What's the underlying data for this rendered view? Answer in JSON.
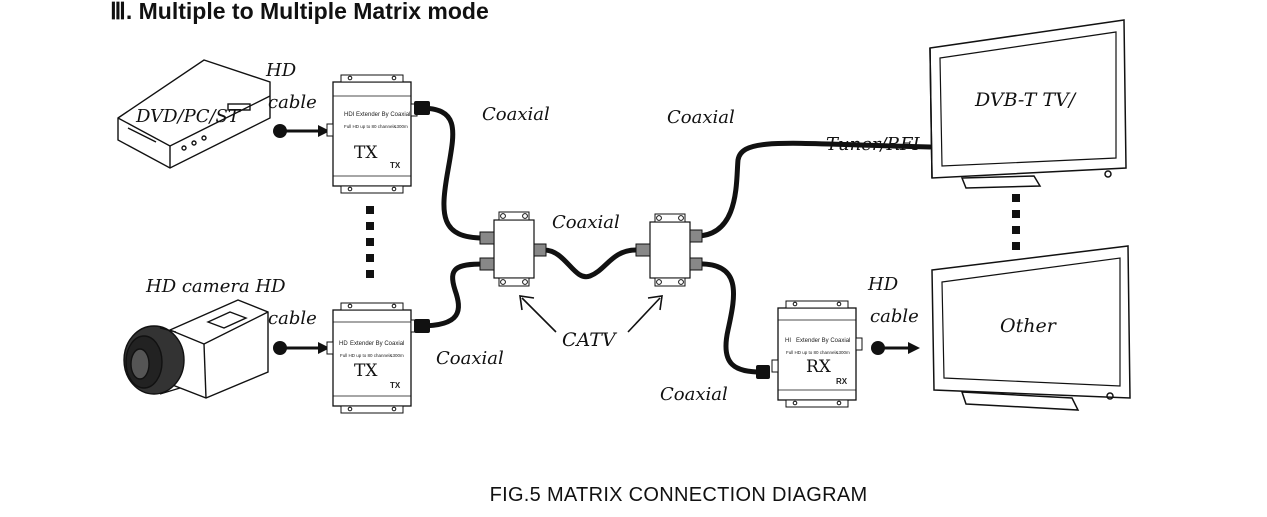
{
  "title": "Ⅲ. Multiple to Multiple Matrix mode",
  "caption": "FIG.5 MATRIX CONNECTION DIAGRAM",
  "labels": {
    "hd_top": "HD",
    "cable_top": "cable",
    "dvd": "DVD/PC/ST",
    "camera": "HD camera HD",
    "cable_cam": "cable",
    "coax_tx1": "Coaxial",
    "coax_tx2": "Coaxial",
    "coax_mid": "Coaxial",
    "coax_top_right": "Coaxial",
    "coax_rx": "Coaxial",
    "catv": "CATV",
    "tuner": "Tuner/RFI",
    "hd_rx": "HD",
    "cable_rx": "cable",
    "tv1": "DVB-T TV/",
    "tv2": "Other"
  },
  "tx_top": {
    "letters": "HDI",
    "title": "Extender By Coaxial",
    "subtitle": "Full HD up to 80 channel&300m",
    "big": "TX",
    "small": "TX"
  },
  "tx_bottom": {
    "letters": "HD",
    "title": "Extender By Coaxial",
    "subtitle": "Full HD up to 80 channel&300m",
    "big": "TX",
    "small": "TX"
  },
  "rx": {
    "letters": "HI",
    "title": "Extender By Coaxial",
    "subtitle": "Full HD up to 80 channel&300m",
    "big": "RX",
    "small": "RX"
  },
  "colors": {
    "line": "#111111",
    "splitter_band": "#888888"
  }
}
